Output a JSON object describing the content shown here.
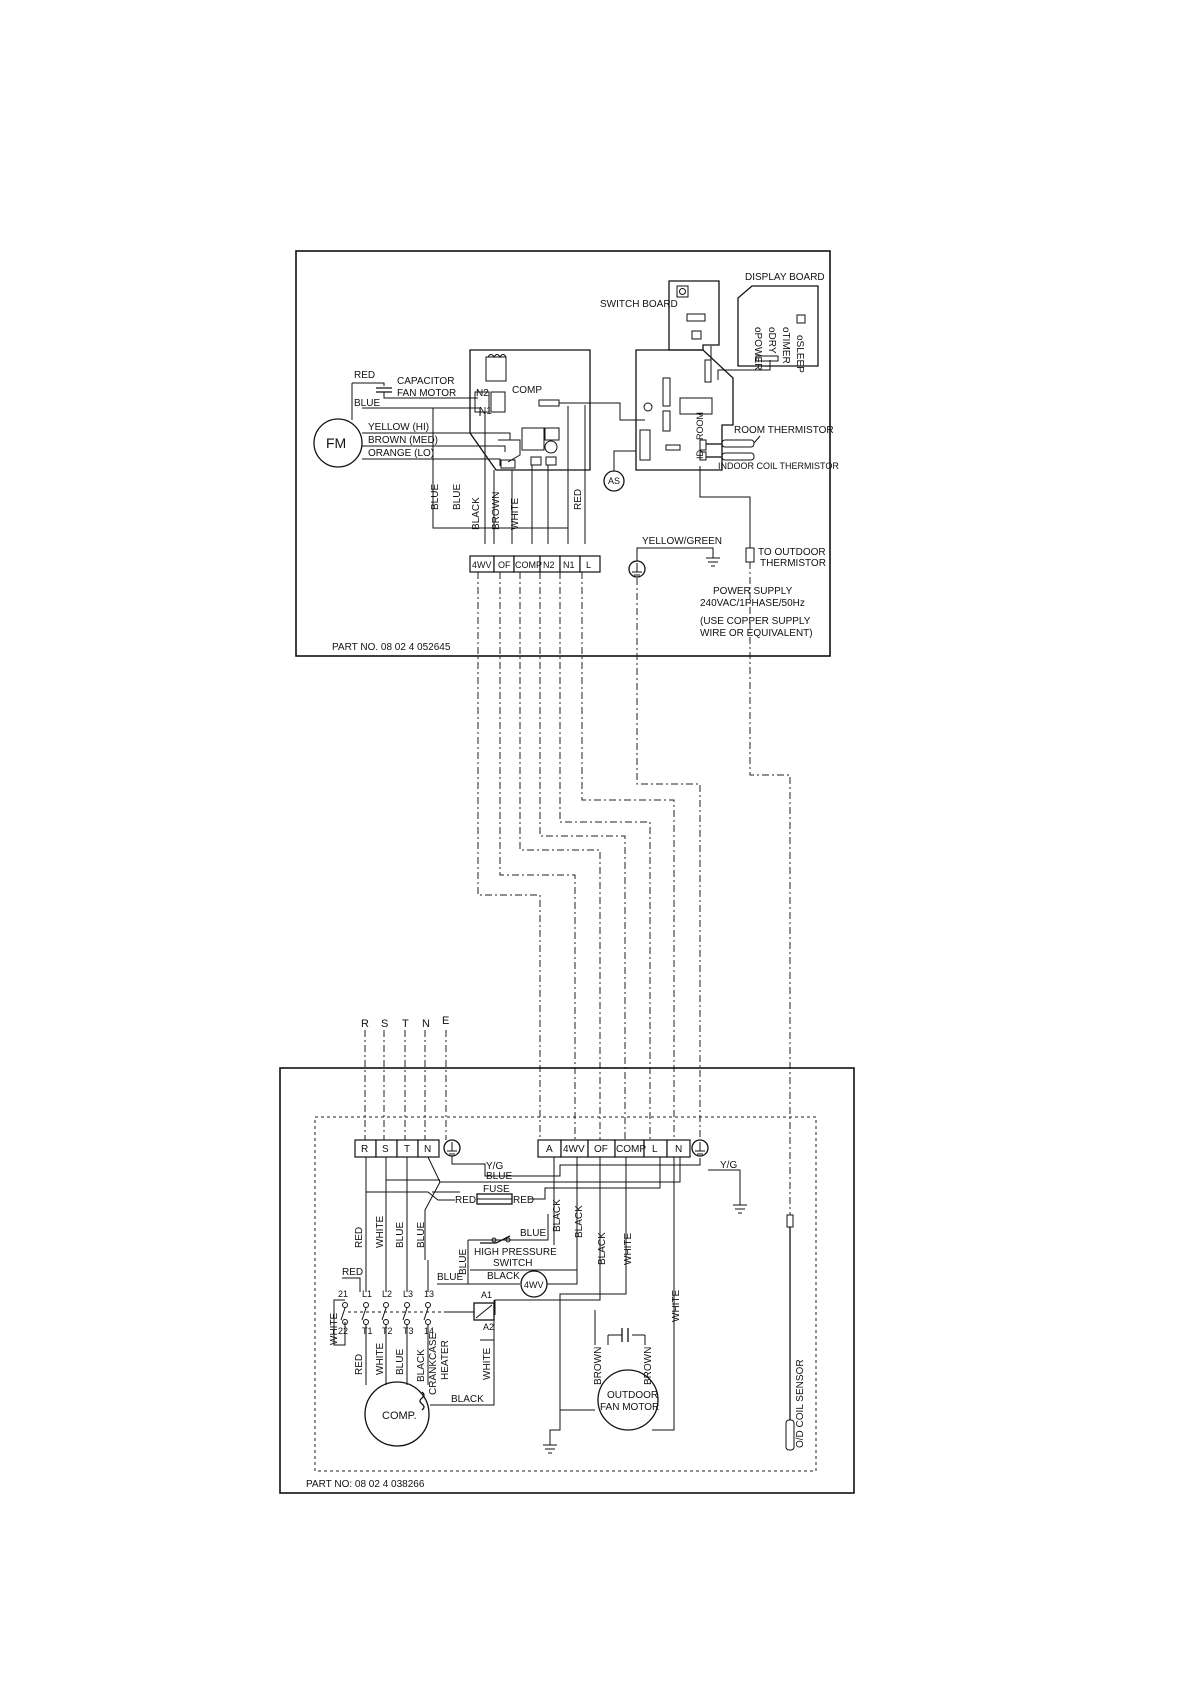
{
  "indoor": {
    "part_no": "PART NO. 08 02 4 052645",
    "display_board": "DISPLAY BOARD",
    "display_leds": [
      "oSLEEP",
      "oTIMER",
      "oDRY",
      "oPOWER"
    ],
    "switch_board": "SWITCH BOARD",
    "capacitor_fan_motor": [
      "CAPACITOR",
      "FAN MOTOR"
    ],
    "fm": "FM",
    "as": "AS",
    "n2": "N2",
    "n1": "N1",
    "comp_relay": "COMP",
    "room_tag": "ROOM",
    "id_tag": "ID",
    "motor_wires": [
      "RED",
      "BLUE",
      "YELLOW (HI)",
      "BROWN (MED)",
      "ORANGE (LO)"
    ],
    "vertical_wires": [
      "BLUE",
      "BLUE",
      "BLACK",
      "BROWN",
      "WHITE",
      "RED"
    ],
    "room_thermistor": "ROOM THERMISTOR",
    "indoor_coil_thermistor": "INDOOR COIL THERMISTOR",
    "yellow_green": "YELLOW/GREEN",
    "outdoor_thermistor": [
      "TO OUTDOOR",
      "THERMISTOR"
    ],
    "power_supply": [
      "POWER SUPPLY",
      "240VAC/1PHASE/50Hz"
    ],
    "copper_note": [
      "(USE COPPER SUPPLY",
      "WIRE OR EQUIVALENT)"
    ],
    "terminals": [
      "4WV",
      "OF",
      "COMP",
      "N2",
      "N1",
      "L"
    ]
  },
  "supply_labels": [
    "R",
    "S",
    "T",
    "N",
    "E"
  ],
  "outdoor": {
    "part_no": "PART NO: 08 02 4    038266",
    "terminals_left": [
      "R",
      "S",
      "T",
      "N"
    ],
    "terminals_right": [
      "A",
      "4WV",
      "OF",
      "COMP",
      "L",
      "N"
    ],
    "yg_left": "Y/G",
    "yg_right": "Y/G",
    "blue_top": "BLUE",
    "fuse": "FUSE",
    "fuse_red_left": "RED",
    "fuse_red_right": "RED",
    "black_a": "BLACK",
    "black_b": "BLACK",
    "blue_hp": "BLUE",
    "high_pressure_switch": [
      "HIGH PRESSURE",
      "SWITCH"
    ],
    "blue_vert_hp": "BLUE",
    "blue_hp_low": "BLUE",
    "black_hp": "BLACK",
    "four_wv": "4WV",
    "black_right": "BLACK",
    "white_right": "WHITE",
    "left_wires": [
      "RED",
      "WHITE",
      "BLUE",
      "BLUE"
    ],
    "red_top": "RED",
    "contactor_top": [
      "21",
      "L1",
      "L2",
      "L3",
      "13"
    ],
    "contactor_bottom": [
      "22",
      "T1",
      "T2",
      "T3",
      "14"
    ],
    "a1": "A1",
    "a2": "A2",
    "white_left": "WHITE",
    "comp_wires": [
      "RED",
      "WHITE",
      "BLUE",
      "BLACK"
    ],
    "crankcase_heater": [
      "CRANKCASE",
      "HEATER"
    ],
    "white_heater": "WHITE",
    "black_heater": "BLACK",
    "comp": "COMP.",
    "white_fan": "WHITE",
    "brown_left": "BROWN",
    "brown_right": "BROWN",
    "outdoor_fan_motor": [
      "OUTDOOR",
      "FAN MOTOR"
    ],
    "od_coil_sensor": "O/D COIL SENSOR"
  }
}
